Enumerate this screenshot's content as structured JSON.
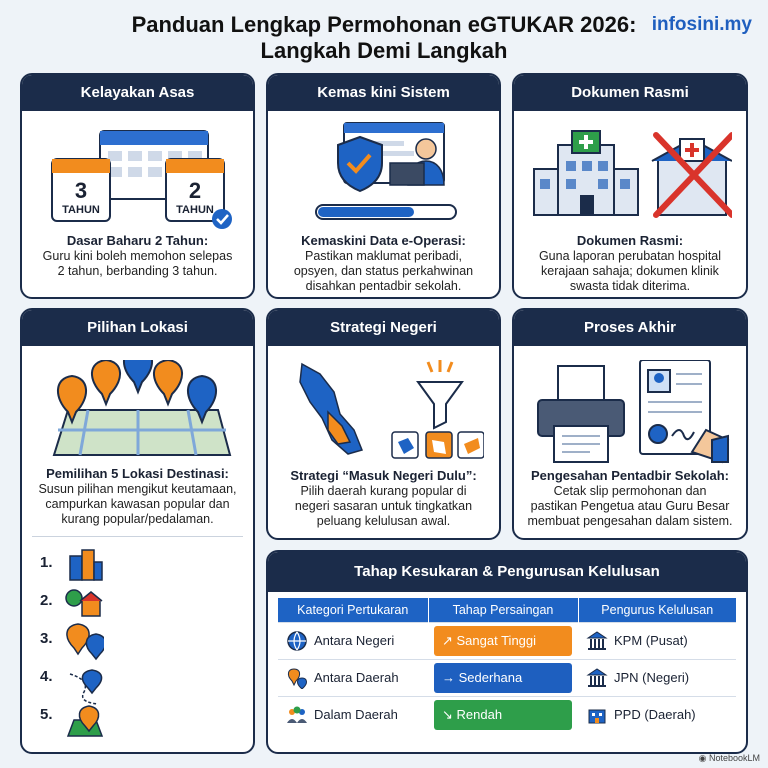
{
  "header": {
    "title_line1": "Panduan Lengkap Permohonan eGTUKAR 2026:",
    "title_line2": "Langkah Demi Langkah",
    "brand": "infosini.my"
  },
  "cards": {
    "kelayakan": {
      "title": "Kelayakan Asas",
      "cal_left_number": "3",
      "cal_left_unit": "TAHUN",
      "cal_right_number": "2",
      "cal_right_unit": "TAHUN",
      "heading": "Dasar Baharu 2 Tahun:",
      "line1": "Guru kini boleh memohon selepas",
      "line2": "2 tahun, berbanding 3 tahun."
    },
    "kemas_kini": {
      "title": "Kemas kini Sistem",
      "heading": "Kemaskini Data e-Operasi:",
      "line1": "Pastikan maklumat peribadi,",
      "line2": "opsyen, dan status perkahwinan",
      "line3": "disahkan pentadbir sekolah."
    },
    "dokumen": {
      "title": "Dokumen Rasmi",
      "heading": "Dokumen Rasmi:",
      "line1": "Guna laporan perubatan hospital",
      "line2": "kerajaan sahaja; dokumen klinik",
      "line3": "swasta tidak diterima."
    },
    "lokasi": {
      "title": "Pilihan Lokasi",
      "heading": "Pemilihan 5 Lokasi Destinasi:",
      "line1": "Susun pilihan mengikut keutamaan,",
      "line2": "campurkan kawasan popular dan",
      "line3": "kurang popular/pedalaman.",
      "ranks": [
        "1.",
        "2.",
        "3.",
        "4.",
        "5."
      ]
    },
    "strategi": {
      "title": "Strategi Negeri",
      "heading": "Strategi “Masuk Negeri Dulu”:",
      "line1": "Pilih daerah kurang popular di",
      "line2": "negeri sasaran untuk tingkatkan",
      "line3": "peluang kelulusan awal."
    },
    "proses": {
      "title": "Proses Akhir",
      "heading": "Pengesahan Pentadbir Sekolah:",
      "line1": "Cetak slip permohonan dan",
      "line2": "pastikan Pengetua atau Guru Besar",
      "line3": "membuat pengesahan dalam sistem."
    }
  },
  "difficulty": {
    "title": "Tahap Kesukaran & Pengurusan Kelulusan",
    "columns": [
      "Kategori Pertukaran",
      "Tahap Persaingan",
      "Pengurus Kelulusan"
    ],
    "rows": [
      {
        "category": "Antara Negeri",
        "level": "Sangat Tinggi",
        "manager": "KPM (Pusat)"
      },
      {
        "category": "Antara Daerah",
        "level": "Sederhana",
        "manager": "JPN (Negeri)"
      },
      {
        "category": "Dalam Daerah",
        "level": "Rendah",
        "manager": "PPD (Daerah)"
      }
    ],
    "colors": {
      "high": "#f28c1e",
      "medium": "#1e5fbf",
      "low": "#2e9e4a"
    }
  },
  "footer": "NotebookLM",
  "icons": [
    "calendar-icon",
    "checkmark-icon",
    "shield-icon",
    "user-at-computer-icon",
    "progress-bar-icon",
    "hospital-icon",
    "crossed-out-clinic-icon",
    "map-pins-icon",
    "funnel-icon",
    "malaysia-map-icon",
    "printer-icon",
    "signed-document-icon",
    "globe-icon",
    "map-pin-icon",
    "people-icon",
    "trend-up-icon",
    "arrow-right-icon",
    "trend-down-icon",
    "government-building-icon"
  ]
}
